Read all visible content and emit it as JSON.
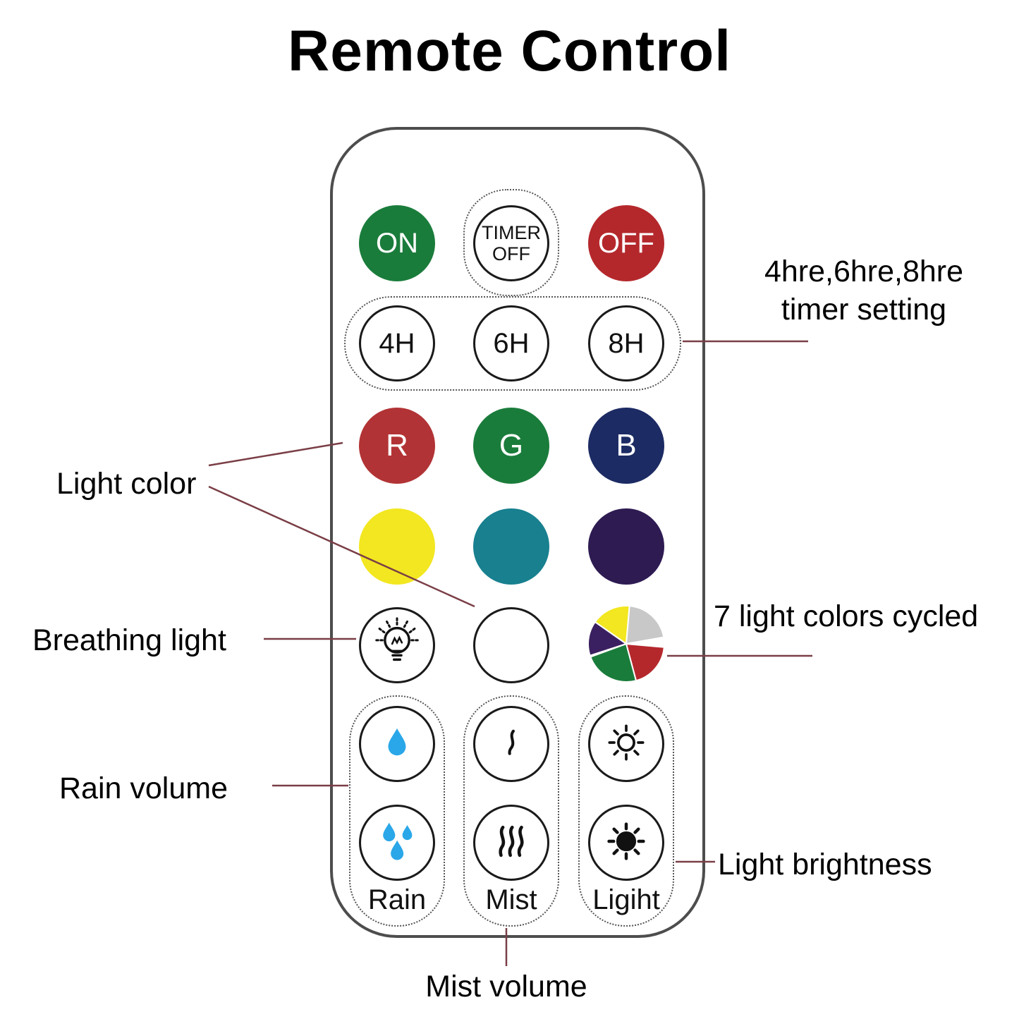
{
  "title": "Remote Control",
  "remote": {
    "buttons": {
      "on": "ON",
      "timer_off_line1": "TIMER",
      "timer_off_line2": "OFF",
      "off": "OFF",
      "timer_4h": "4H",
      "timer_6h": "6H",
      "timer_8h": "8H",
      "red": "R",
      "green": "G",
      "blue": "B"
    },
    "column_labels": {
      "rain": "Rain",
      "mist": "Mist",
      "light": "Ligiht"
    }
  },
  "callouts": {
    "timer_setting_line1": "4hre,6hre,8hre",
    "timer_setting_line2": "timer setting",
    "light_color": "Light color",
    "breathing_light": "Breathing light",
    "seven_colors": "7 light colors cycled",
    "rain_volume": "Rain volume",
    "light_brightness": "Light brightness",
    "mist_volume": "Mist volume"
  },
  "colors": {
    "on_green": "#1a7c3b",
    "off_red": "#b4282c",
    "r_red": "#b23335",
    "g_green": "#1a7c3b",
    "b_navy": "#1c2b63",
    "yellow": "#f2e720",
    "teal": "#18808f",
    "purple": "#2e1b52",
    "droplet_blue": "#2aa7e8",
    "pie_silver": "#c8c8c8",
    "callout_line": "#7a3e46"
  },
  "icons": {
    "water_drop": "single blue rain drop",
    "water_drops": "three blue rain drops",
    "mist_wave": "single steam wisp",
    "mist_waves": "three steam wisps",
    "sun_outline": "low brightness sun",
    "sun_filled": "high brightness sun",
    "bulb": "breathing light bulb",
    "color_wheel": "multicolor cycle wheel"
  }
}
